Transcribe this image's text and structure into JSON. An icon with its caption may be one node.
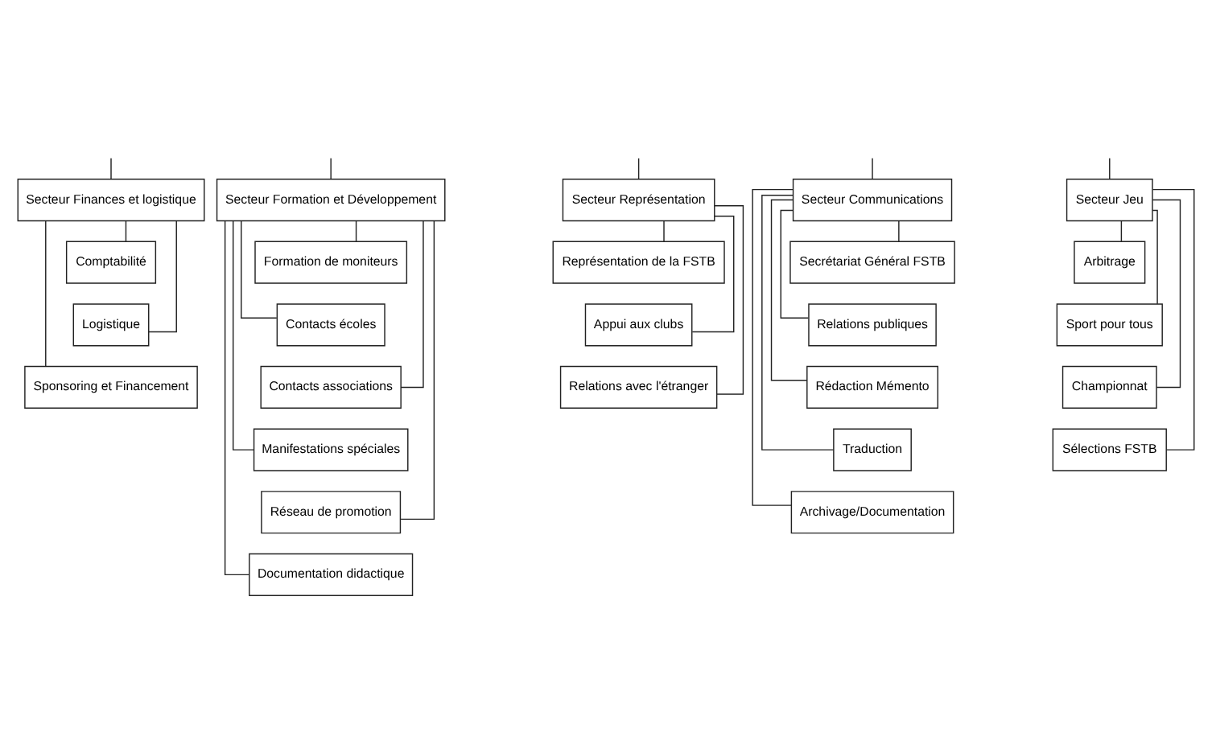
{
  "diagram": {
    "nodes": [
      {
        "text": [
          "Secteur Finances et logistique"
        ]
      },
      {
        "text": [
          "Secteur Formation et Développement"
        ]
      },
      {
        "text": [
          "Secteur Représentation"
        ]
      },
      {
        "text": [
          "Secteur Communications"
        ]
      },
      {
        "text": [
          "Secteur Jeu"
        ]
      },
      {
        "text": [
          "Comptabilité"
        ]
      },
      {
        "text": [
          "Logistique"
        ]
      },
      {
        "text": [
          "Sponsoring et Financement"
        ]
      },
      {
        "text": [
          "Formation de moniteurs"
        ]
      },
      {
        "text": [
          "Contacts écoles"
        ]
      },
      {
        "text": [
          "Contacts associations"
        ]
      },
      {
        "text": [
          "Manifestations spéciales"
        ]
      },
      {
        "text": [
          "Réseau de promotion"
        ]
      },
      {
        "text": [
          "Documentation didactique"
        ]
      },
      {
        "text": [
          "Représentation de la FSTB"
        ]
      },
      {
        "text": [
          "Appui aux clubs"
        ]
      },
      {
        "text": [
          "Relations avec l'étranger"
        ]
      },
      {
        "text": [
          "Secrétariat Général FSTB"
        ]
      },
      {
        "text": [
          "Relations publiques"
        ]
      },
      {
        "text": [
          "Rédaction Mémento"
        ]
      },
      {
        "text": [
          "Traduction"
        ]
      },
      {
        "text": [
          "Archivage/Documentation"
        ]
      },
      {
        "text": [
          "Arbitrage"
        ]
      },
      {
        "text": [
          "Sport pour tous"
        ]
      },
      {
        "text": [
          "Championnat"
        ]
      },
      {
        "text": [
          "Sélections FSTB"
        ]
      }
    ],
    "edges": [
      {
        "from": null,
        "to": 0,
        "arrow": "none"
      },
      {
        "from": null,
        "to": 1,
        "arrow": "none"
      },
      {
        "from": null,
        "to": 2,
        "arrow": "none"
      },
      {
        "from": null,
        "to": 3,
        "arrow": "none"
      },
      {
        "from": null,
        "to": 4,
        "arrow": "none"
      },
      {
        "from": 0,
        "to": 5,
        "arrow": "none"
      },
      {
        "from": 0,
        "to": 6,
        "arrow": "none"
      },
      {
        "from": 0,
        "to": 7,
        "arrow": "none"
      },
      {
        "from": 1,
        "to": 8,
        "arrow": "none"
      },
      {
        "from": 1,
        "to": 9,
        "arrow": "none"
      },
      {
        "from": 1,
        "to": 10,
        "arrow": "none"
      },
      {
        "from": 1,
        "to": 11,
        "arrow": "none"
      },
      {
        "from": 1,
        "to": 12,
        "arrow": "none"
      },
      {
        "from": 1,
        "to": 13,
        "arrow": "none"
      },
      {
        "from": 2,
        "to": 14,
        "arrow": "none"
      },
      {
        "from": 2,
        "to": 15,
        "arrow": "none"
      },
      {
        "from": 2,
        "to": 16,
        "arrow": "none"
      },
      {
        "from": 3,
        "to": 17,
        "arrow": "none"
      },
      {
        "from": 3,
        "to": 18,
        "arrow": "none"
      },
      {
        "from": 3,
        "to": 19,
        "arrow": "none"
      },
      {
        "from": 3,
        "to": 20,
        "arrow": "none"
      },
      {
        "from": 3,
        "to": 21,
        "arrow": "none"
      },
      {
        "from": 4,
        "to": 22,
        "arrow": "none"
      },
      {
        "from": 4,
        "to": 23,
        "arrow": "none"
      },
      {
        "from": 4,
        "to": 24,
        "arrow": "none"
      },
      {
        "from": 4,
        "to": 25,
        "arrow": "none"
      }
    ]
  }
}
